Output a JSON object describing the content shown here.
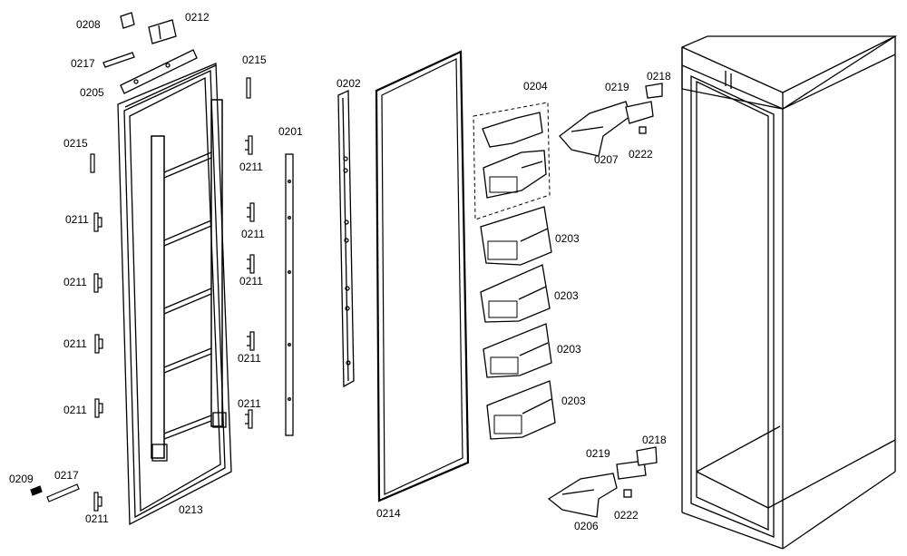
{
  "labels": {
    "p0208": "0208",
    "p0212": "0212",
    "p0217_top": "0217",
    "p0205": "0205",
    "p0215_left": "0215",
    "p0215_right": "0215",
    "p0211_l1": "0211",
    "p0211_l2": "0211",
    "p0211_l3": "0211",
    "p0211_l4": "0211",
    "p0211_r1": "0211",
    "p0211_r2": "0211",
    "p0211_r3": "0211",
    "p0211_r4": "0211",
    "p0211_r5": "0211",
    "p0211_bottom": "0211",
    "p0209": "0209",
    "p0217_bottom": "0217",
    "p0213": "0213",
    "p0201": "0201",
    "p0202": "0202",
    "p0214": "0214",
    "p0204": "0204",
    "p0203_1": "0203",
    "p0203_2": "0203",
    "p0203_3": "0203",
    "p0203_4": "0203",
    "p0219_top": "0219",
    "p0218_top": "0218",
    "p0207": "0207",
    "p0222_top": "0222",
    "p0219_bottom": "0219",
    "p0218_bottom": "0218",
    "p0206": "0206",
    "p0222_bottom": "0222"
  },
  "colors": {
    "line": "#000000",
    "fill": "#ffffff",
    "shade": "#d8d8d8"
  }
}
